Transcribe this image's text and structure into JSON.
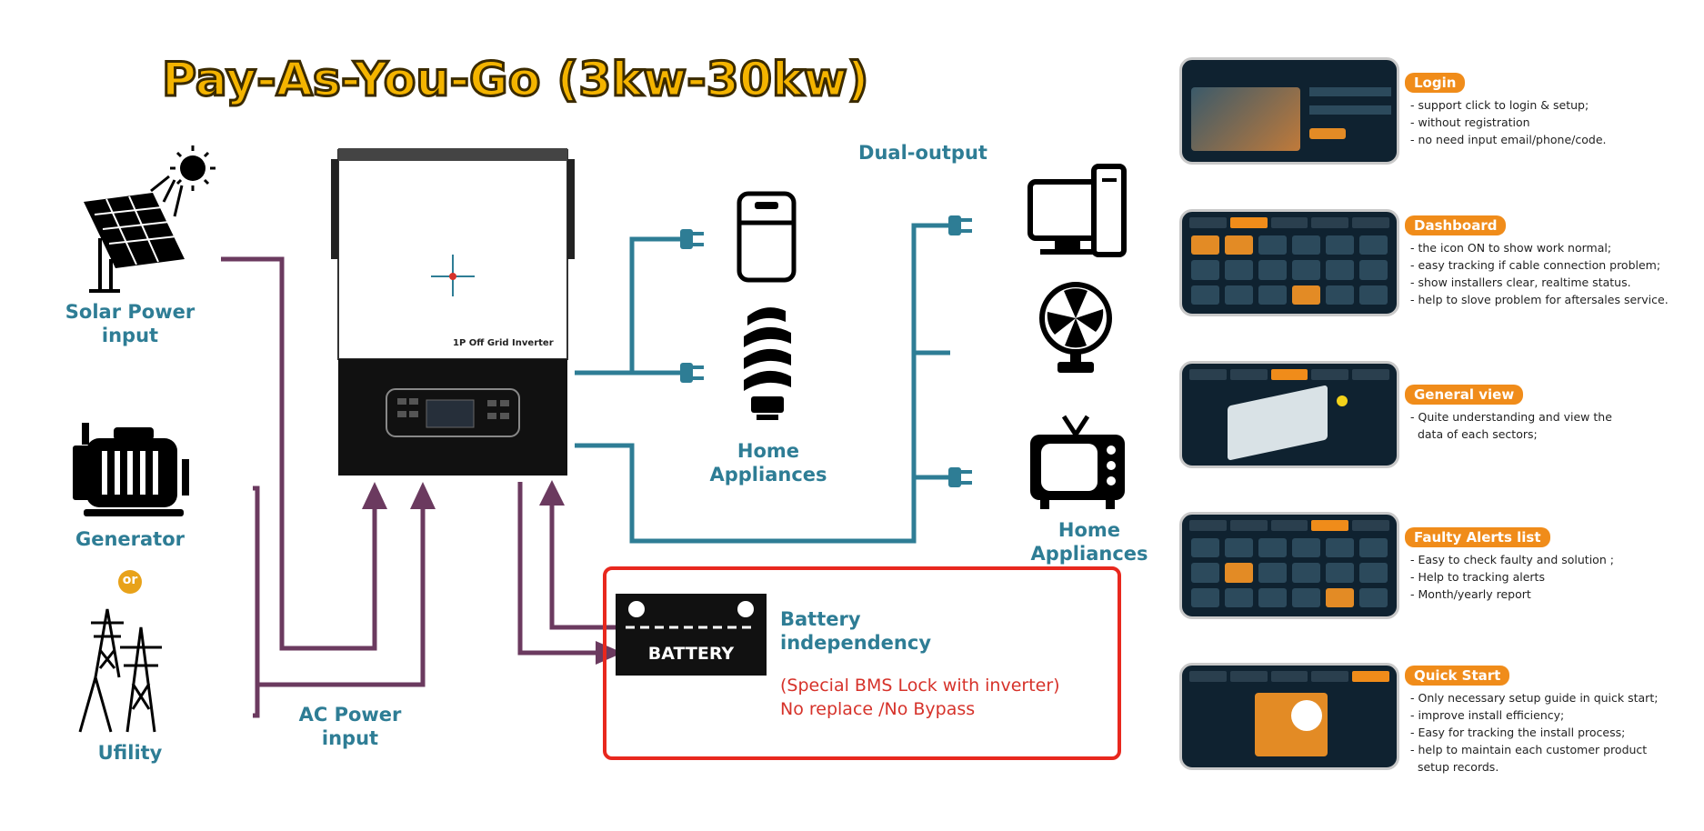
{
  "title": "Pay-As-You-Go (3kw-30kw)",
  "inputs": {
    "solar": "Solar Power\ninput",
    "generator": "Generator",
    "or": "or",
    "utility": "Ufility",
    "ac": "AC Power\ninput"
  },
  "inverter": {
    "label": "1P Off Grid Inverter"
  },
  "outputs": {
    "dual": "Dual-output",
    "home1": "Home\nAppliances",
    "home2": "Home\nAppliances"
  },
  "battery": {
    "icon_text": "BATTERY",
    "title": "Battery\nindependency",
    "note": "(Special BMS Lock with inverter)\nNo replace /No Bypass"
  },
  "colors": {
    "wire_input": "#6b3a5f",
    "wire_output": "#2e7d95",
    "accent": "#f08c1a",
    "highlight": "#e8281e",
    "title": "#f4b400"
  },
  "features": [
    {
      "tag": "Login",
      "items": [
        "support click to login & setup;",
        "without registration",
        "no need input email/phone/code."
      ]
    },
    {
      "tag": "Dashboard",
      "items": [
        "the icon ON to show work normal;",
        "easy tracking if cable connection problem;",
        "show installers clear, realtime status.",
        "help to slove problem for aftersales service."
      ]
    },
    {
      "tag": "General view",
      "items": [
        "Quite understanding and view the\n  data of each sectors;"
      ]
    },
    {
      "tag": "Faulty Alerts list",
      "items": [
        "Easy to check faulty and solution ;",
        "Help to tracking alerts",
        "Month/yearly report"
      ]
    },
    {
      "tag": "Quick Start",
      "items": [
        "Only necessary setup guide in quick start;",
        "improve install efficiency;",
        "Easy for tracking the install process;",
        "help to maintain each customer product\n  setup records."
      ]
    }
  ]
}
